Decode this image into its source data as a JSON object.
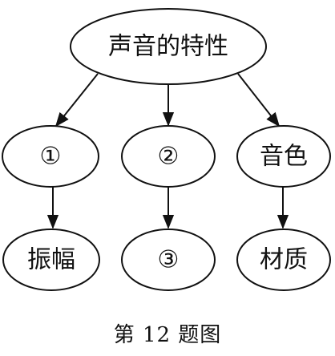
{
  "diagram": {
    "root": {
      "label": "声音的特性"
    },
    "branches": [
      {
        "characteristic": "①",
        "determinant": "振幅"
      },
      {
        "characteristic": "②",
        "determinant": "③"
      },
      {
        "characteristic": "音色",
        "determinant": "材质"
      }
    ]
  },
  "caption": "第 12 题图",
  "colors": {
    "stroke": "#111111",
    "background": "#ffffff"
  }
}
